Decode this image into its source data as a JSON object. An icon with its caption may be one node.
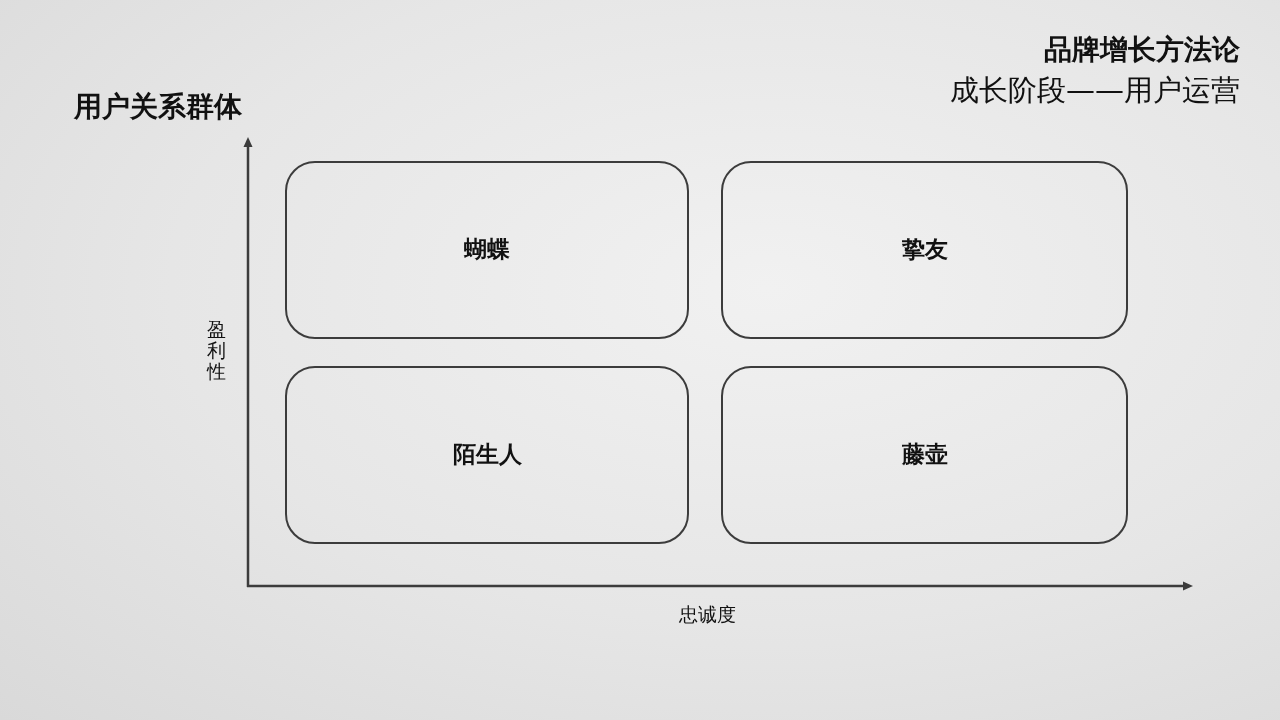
{
  "diagram": {
    "title": "用户关系群体",
    "nodes": [
      {
        "text": [
          "蝴蝶"
        ]
      },
      {
        "text": [
          "挚友"
        ]
      },
      {
        "text": [
          "陌生人"
        ]
      },
      {
        "text": [
          "藤壶"
        ]
      }
    ],
    "labels": [
      "品牌增长方法论",
      "成长阶段——用户运营",
      "盈利性",
      "忠诚度"
    ]
  }
}
